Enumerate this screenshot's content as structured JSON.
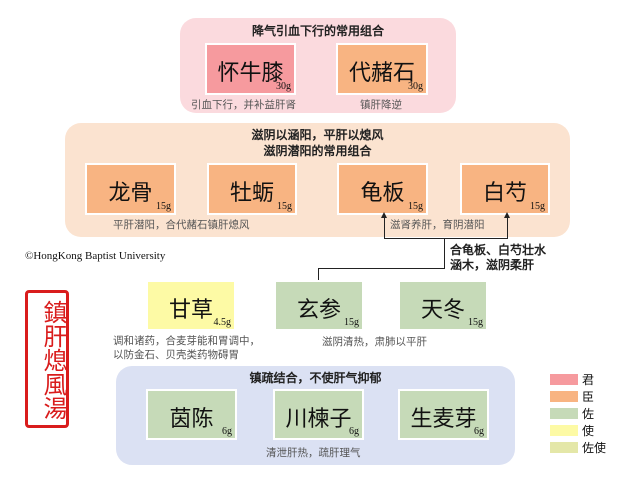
{
  "seal": "鎮肝熄風湯",
  "copyright": "©HongKong Baptist University",
  "colors": {
    "jun": "#f69a9e",
    "chen": "#f8b482",
    "zuo": "#c6dab8",
    "shi": "#fdfaa5",
    "zuoshi": "#e4e7a8"
  },
  "group1": {
    "title": "降气引血下行的常用组合",
    "herbs": [
      {
        "name": "怀牛膝",
        "dose": "30g"
      },
      {
        "name": "代赭石",
        "dose": "30g"
      }
    ],
    "captions": [
      "引血下行，并补益肝肾",
      "镇肝降逆"
    ]
  },
  "group2": {
    "title1": "滋阴以涵阳，平肝以熄风",
    "title2": "滋阴潜阳的常用组合",
    "herbs": [
      {
        "name": "龙骨",
        "dose": "15g"
      },
      {
        "name": "牡蛎",
        "dose": "15g"
      },
      {
        "name": "龟板",
        "dose": "15g"
      },
      {
        "name": "白芍",
        "dose": "15g"
      }
    ],
    "captions": [
      "平肝潜阳，合代赭石镇肝熄风",
      "滋肾养肝，育阴潜阳"
    ]
  },
  "arrow_note": [
    "合龟板、白芍壮水",
    "涵木，滋阴柔肝"
  ],
  "row3": {
    "herbs": [
      {
        "name": "甘草",
        "dose": "4.5g"
      },
      {
        "name": "玄参",
        "dose": "15g"
      },
      {
        "name": "天冬",
        "dose": "15g"
      }
    ],
    "captions": [
      "调和诸药，合麦芽能和胃调中，",
      "以防金石、贝壳类药物碍胃",
      "滋阴清热，肃肺以平肝"
    ]
  },
  "group4": {
    "title": "镇疏结合，不使肝气抑郁",
    "herbs": [
      {
        "name": "茵陈",
        "dose": "6g"
      },
      {
        "name": "川楝子",
        "dose": "6g"
      },
      {
        "name": "生麦芽",
        "dose": "6g"
      }
    ],
    "caption": "清泄肝热，疏肝理气"
  },
  "legend": [
    "君",
    "臣",
    "佐",
    "使",
    "佐使"
  ]
}
